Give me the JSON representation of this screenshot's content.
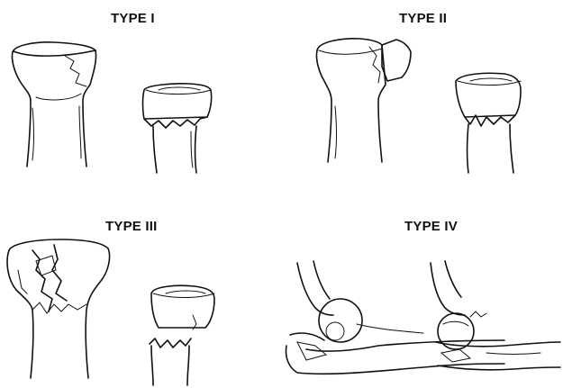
{
  "labels": {
    "type1": "TYPE I",
    "type2": "TYPE II",
    "type3": "TYPE III",
    "type4": "TYPE IV"
  },
  "colors": {
    "ink": "#111111",
    "background": "#ffffff"
  }
}
